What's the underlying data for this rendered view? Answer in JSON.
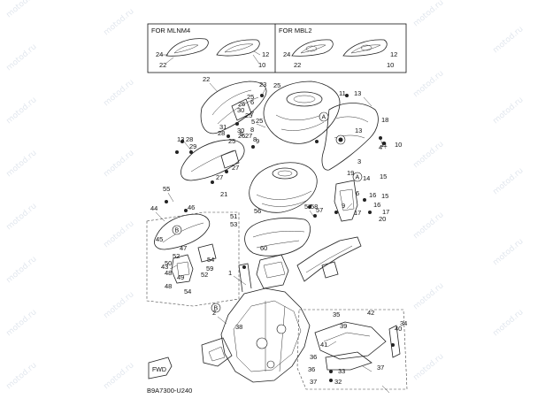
{
  "diagram": {
    "inset_left_title": "FOR MLNM4",
    "inset_right_title": "FOR MBL2",
    "inset_left_labels": [
      "24",
      "22",
      "12",
      "10"
    ],
    "inset_right_labels": [
      "24",
      "22",
      "12",
      "10"
    ],
    "callouts": [
      "22",
      "23",
      "25",
      "25",
      "30",
      "25",
      "6",
      "7",
      "5",
      "8",
      "26",
      "25",
      "5",
      "9",
      "11",
      "13",
      "13",
      "28",
      "29",
      "30",
      "28",
      "27",
      "26",
      "25",
      "31",
      "13",
      "4",
      "3",
      "27",
      "21",
      "27",
      "8",
      "10",
      "19",
      "6",
      "11",
      "14",
      "15",
      "18",
      "16",
      "9",
      "17",
      "20",
      "15",
      "16",
      "17",
      "55",
      "56",
      "57",
      "58",
      "57",
      "44",
      "46",
      "51",
      "53",
      "45",
      "43",
      "54",
      "50",
      "52",
      "47",
      "48",
      "49",
      "48",
      "54",
      "52",
      "59",
      "60",
      "1",
      "2",
      "38",
      "41",
      "42",
      "35",
      "39",
      "34",
      "40",
      "36",
      "36",
      "33",
      "37",
      "37",
      "32"
    ],
    "circle_markers": [
      "A",
      "A",
      "B",
      "B"
    ],
    "figure_code": "B9A7300-U240",
    "fwd_label": "FWD",
    "watermark": "motod.ru"
  }
}
